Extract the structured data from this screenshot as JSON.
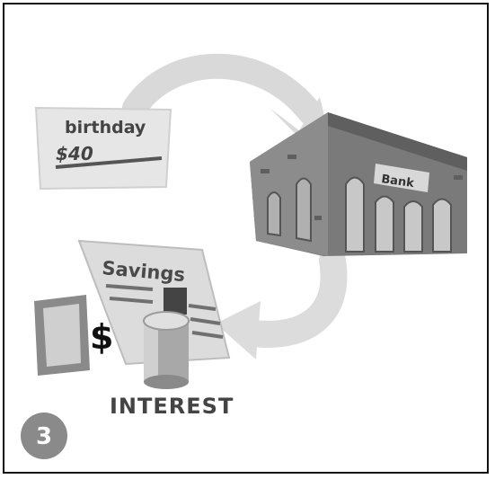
{
  "card": {
    "title_line1": "birthday",
    "amount": "$40"
  },
  "bank": {
    "sign": "Bank"
  },
  "savings": {
    "title": "Savings"
  },
  "dollar_symbol": "$",
  "interest_label": "INTEREST",
  "step_badge": {
    "number": "3"
  },
  "colors": {
    "arrow": "#d9d9d9",
    "bank_body": "#7a7a7a",
    "bank_dark": "#5f5f5f",
    "badge": "#8a8a8a",
    "text_dark": "#3a3a3a"
  }
}
